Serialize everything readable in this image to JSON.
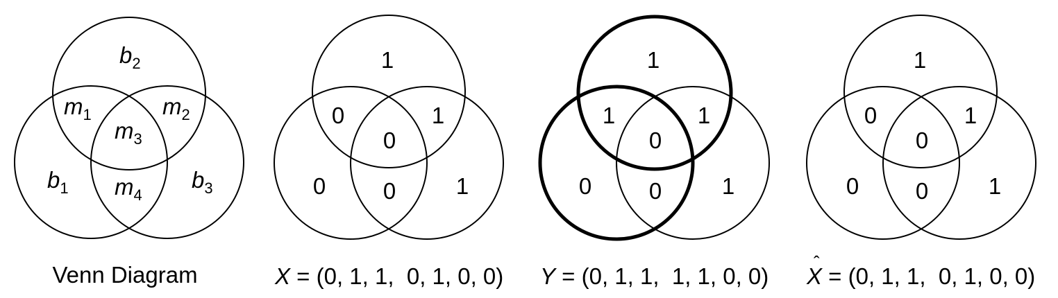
{
  "legend_diagram": {
    "caption": "Venn Diagram",
    "labels": {
      "b2": {
        "var": "b",
        "sub": "2"
      },
      "m1": {
        "var": "m",
        "sub": "1"
      },
      "m2": {
        "var": "m",
        "sub": "2"
      },
      "m3": {
        "var": "m",
        "sub": "3"
      },
      "b1": {
        "var": "b",
        "sub": "1"
      },
      "m4": {
        "var": "m",
        "sub": "4"
      },
      "b3": {
        "var": "b",
        "sub": "3"
      }
    }
  },
  "panels": [
    {
      "id": "x",
      "caption_var": "X",
      "caption_rest": " = (0, 1, 1,  0, 1, 0, 0)",
      "hat": false,
      "values": {
        "b2": "1",
        "m1": "0",
        "m2": "1",
        "m3": "0",
        "b1": "0",
        "m4": "0",
        "b3": "1"
      }
    },
    {
      "id": "y",
      "caption_var": "Y",
      "caption_rest": " = (0, 1, 1,  1, 1, 0, 0)",
      "hat": false,
      "values": {
        "b2": "1",
        "m1": "1",
        "m2": "1",
        "m3": "0",
        "b1": "0",
        "m4": "0",
        "b3": "1"
      }
    },
    {
      "id": "xhat",
      "caption_var": "X",
      "caption_rest": " = (0, 1, 1,  0, 1, 0, 0)",
      "hat": true,
      "values": {
        "b2": "1",
        "m1": "0",
        "m2": "1",
        "m3": "0",
        "b1": "0",
        "m4": "0",
        "b3": "1"
      }
    }
  ],
  "colors": {
    "stroke": "#000000",
    "background": "#ffffff"
  }
}
